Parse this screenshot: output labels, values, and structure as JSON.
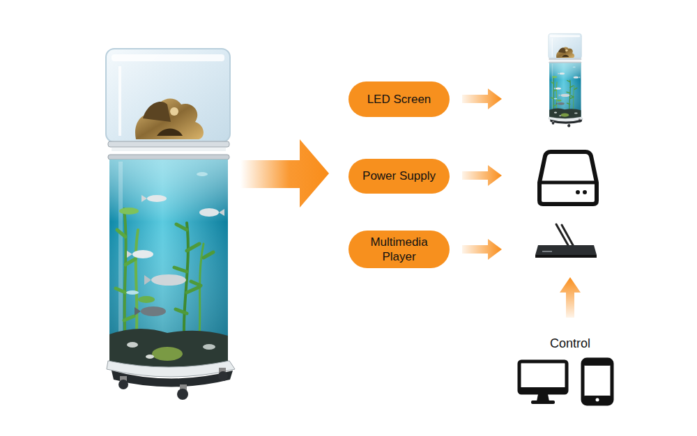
{
  "diagram": {
    "nodes": [
      {
        "text": [
          "LED Screen"
        ]
      },
      {
        "text": [
          "Power Supply"
        ]
      },
      {
        "text": [
          "Multimedia Player"
        ]
      }
    ],
    "labels": [
      "Control"
    ]
  }
}
